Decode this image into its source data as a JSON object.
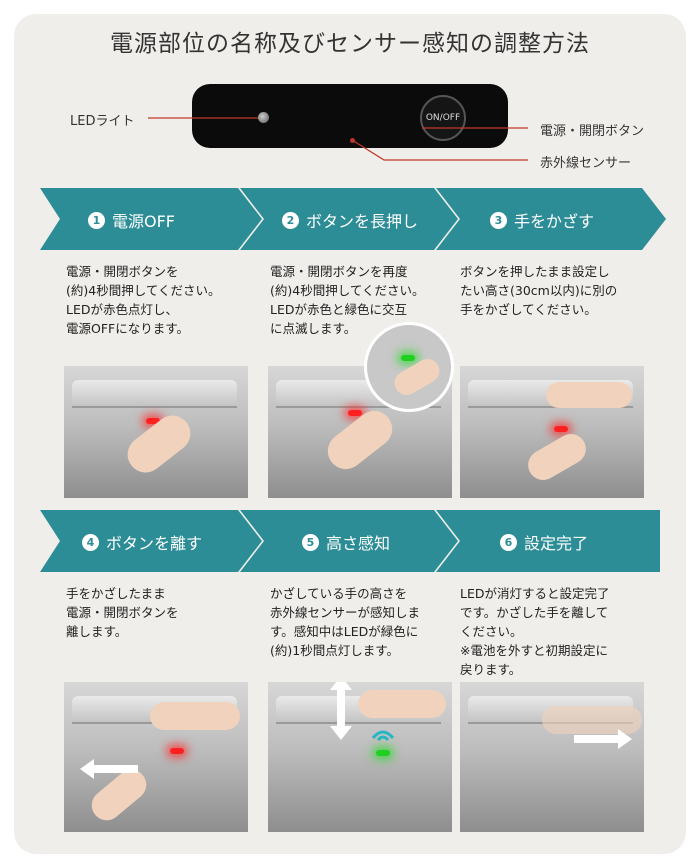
{
  "title": "電源部位の名称及びセンサー感知の調整方法",
  "panel": {
    "led_label": "LEDライト",
    "button_text": "ON/OFF",
    "power_label": "電源・開閉ボタン",
    "sensor_label": "赤外線センサー"
  },
  "steps": [
    {
      "num": "1",
      "label": "電源OFF",
      "desc": [
        "電源・開閉ボタンを",
        "(約)4秒間押してください。",
        "LEDが赤色点灯し、",
        "電源OFFになります。"
      ]
    },
    {
      "num": "2",
      "label": "ボタンを長押し",
      "desc": [
        "電源・開閉ボタンを再度",
        "(約)4秒間押してください。",
        "LEDが赤色と緑色に交互",
        "に点滅します。"
      ]
    },
    {
      "num": "3",
      "label": "手をかざす",
      "desc": [
        "ボタンを押したまま設定し",
        "たい高さ(30cm以内)に別の",
        "手をかざしてください。"
      ]
    },
    {
      "num": "4",
      "label": "ボタンを離す",
      "desc": [
        "手をかざしたまま",
        "電源・開閉ボタンを",
        "離します。"
      ]
    },
    {
      "num": "5",
      "label": "高さ感知",
      "desc": [
        "かざしている手の高さを",
        "赤外線センサーが感知しま",
        "す。感知中はLEDが緑色に",
        "(約)1秒間点灯します。"
      ]
    },
    {
      "num": "6",
      "label": "設定完了",
      "desc": [
        "LEDが消灯すると設定完了",
        "です。かざした手を離して",
        "ください。",
        "※電池を外すと初期設定に",
        "戻ります。"
      ]
    }
  ],
  "colors": {
    "accent": "#2d8d96",
    "background": "#f0eeea"
  }
}
